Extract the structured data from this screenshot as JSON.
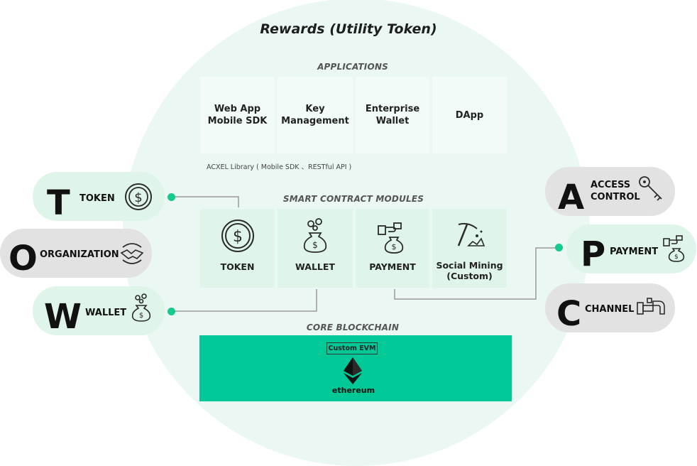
{
  "title": "Rewards (Utility Token)",
  "applications": {
    "label": "APPLICATIONS",
    "items": [
      "Web App\nMobile SDK",
      "Key\nManagement",
      "Enterprise\nWallet",
      "DApp"
    ],
    "library_note": "ACXEL Library ( Mobile SDK 、RESTful API )"
  },
  "modules": {
    "label": "SMART CONTRACT MODULES",
    "items": [
      {
        "label": "TOKEN",
        "icon": "dollar-coin-icon"
      },
      {
        "label": "WALLET",
        "icon": "money-bag-coins-icon"
      },
      {
        "label": "PAYMENT",
        "icon": "hand-money-bag-icon"
      },
      {
        "label": "Social Mining\n(Custom)",
        "icon": "pickaxe-icon"
      }
    ]
  },
  "core": {
    "label": "CORE BLOCKCHAIN",
    "evm": "Custom EVM",
    "eth": "ethereum"
  },
  "left_pills": [
    {
      "letter": "T",
      "label": "TOKEN",
      "icon": "dollar-coin-icon",
      "tone": "green"
    },
    {
      "letter": "O",
      "label": "ORGANIZATION",
      "icon": "handshake-circle-icon",
      "tone": "gray"
    },
    {
      "letter": "W",
      "label": "WALLET",
      "icon": "money-bag-coins-icon",
      "tone": "green"
    }
  ],
  "right_pills": [
    {
      "letter": "A",
      "label": "ACCESS\nCONTROL",
      "icon": "keys-icon",
      "tone": "gray"
    },
    {
      "letter": "P",
      "label": "PAYMENT",
      "icon": "hand-money-bag-icon",
      "tone": "green"
    },
    {
      "letter": "C",
      "label": "CHANNEL",
      "icon": "pipe-faucet-icon",
      "tone": "gray"
    }
  ],
  "colors": {
    "circle_bg": "#eaf7f3",
    "module_bg": "#dff5e9",
    "chain_bg": "#00c896",
    "connector_dot": "#16c98f",
    "pill_gray": "#e2e2e2"
  }
}
